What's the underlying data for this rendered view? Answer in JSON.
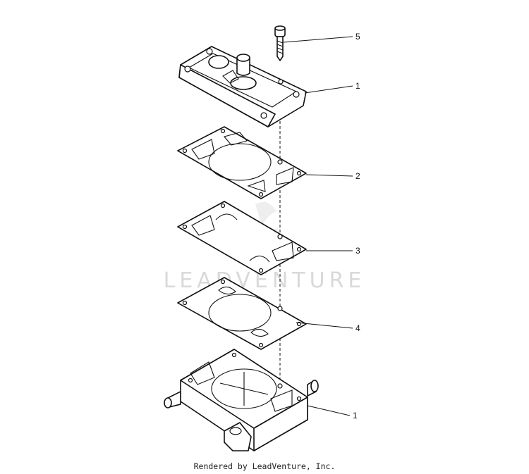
{
  "diagram": {
    "callouts": [
      {
        "id": "bolt",
        "label": "5"
      },
      {
        "id": "top-cover",
        "label": "1"
      },
      {
        "id": "gasket-a",
        "label": "2"
      },
      {
        "id": "diaphragm",
        "label": "3"
      },
      {
        "id": "gasket-b",
        "label": "4"
      },
      {
        "id": "pump-body",
        "label": "1"
      }
    ],
    "watermark": "LEADVENTURE",
    "credit": "Rendered by LeadVenture, Inc."
  }
}
